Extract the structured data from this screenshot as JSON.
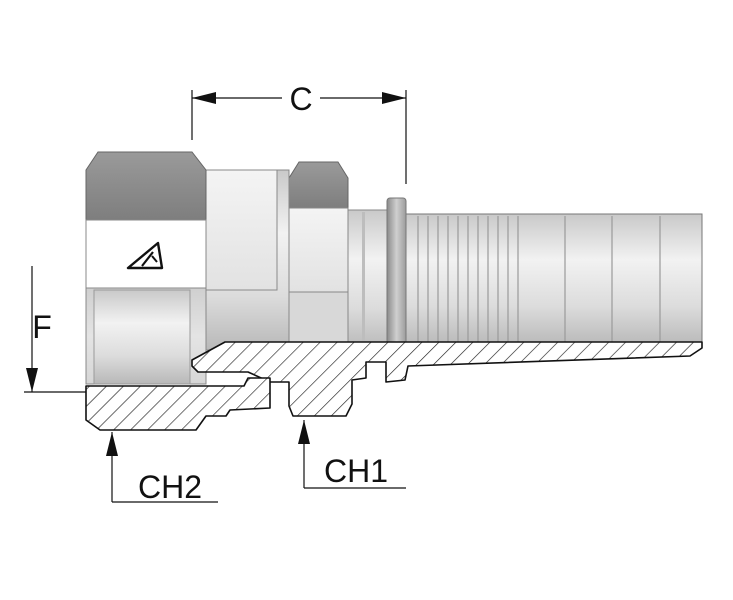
{
  "diagram": {
    "labels": {
      "c": "C",
      "f": "F",
      "ch1": "CH1",
      "ch2": "CH2"
    },
    "colors": {
      "metal_light": "#e6e6e6",
      "metal_mid": "#c4c4c4",
      "metal_dark": "#8f8f8f",
      "outline": "#111111",
      "hatch": "#222222"
    },
    "icons": {
      "brand_logo": "triangle-logo-icon"
    }
  }
}
